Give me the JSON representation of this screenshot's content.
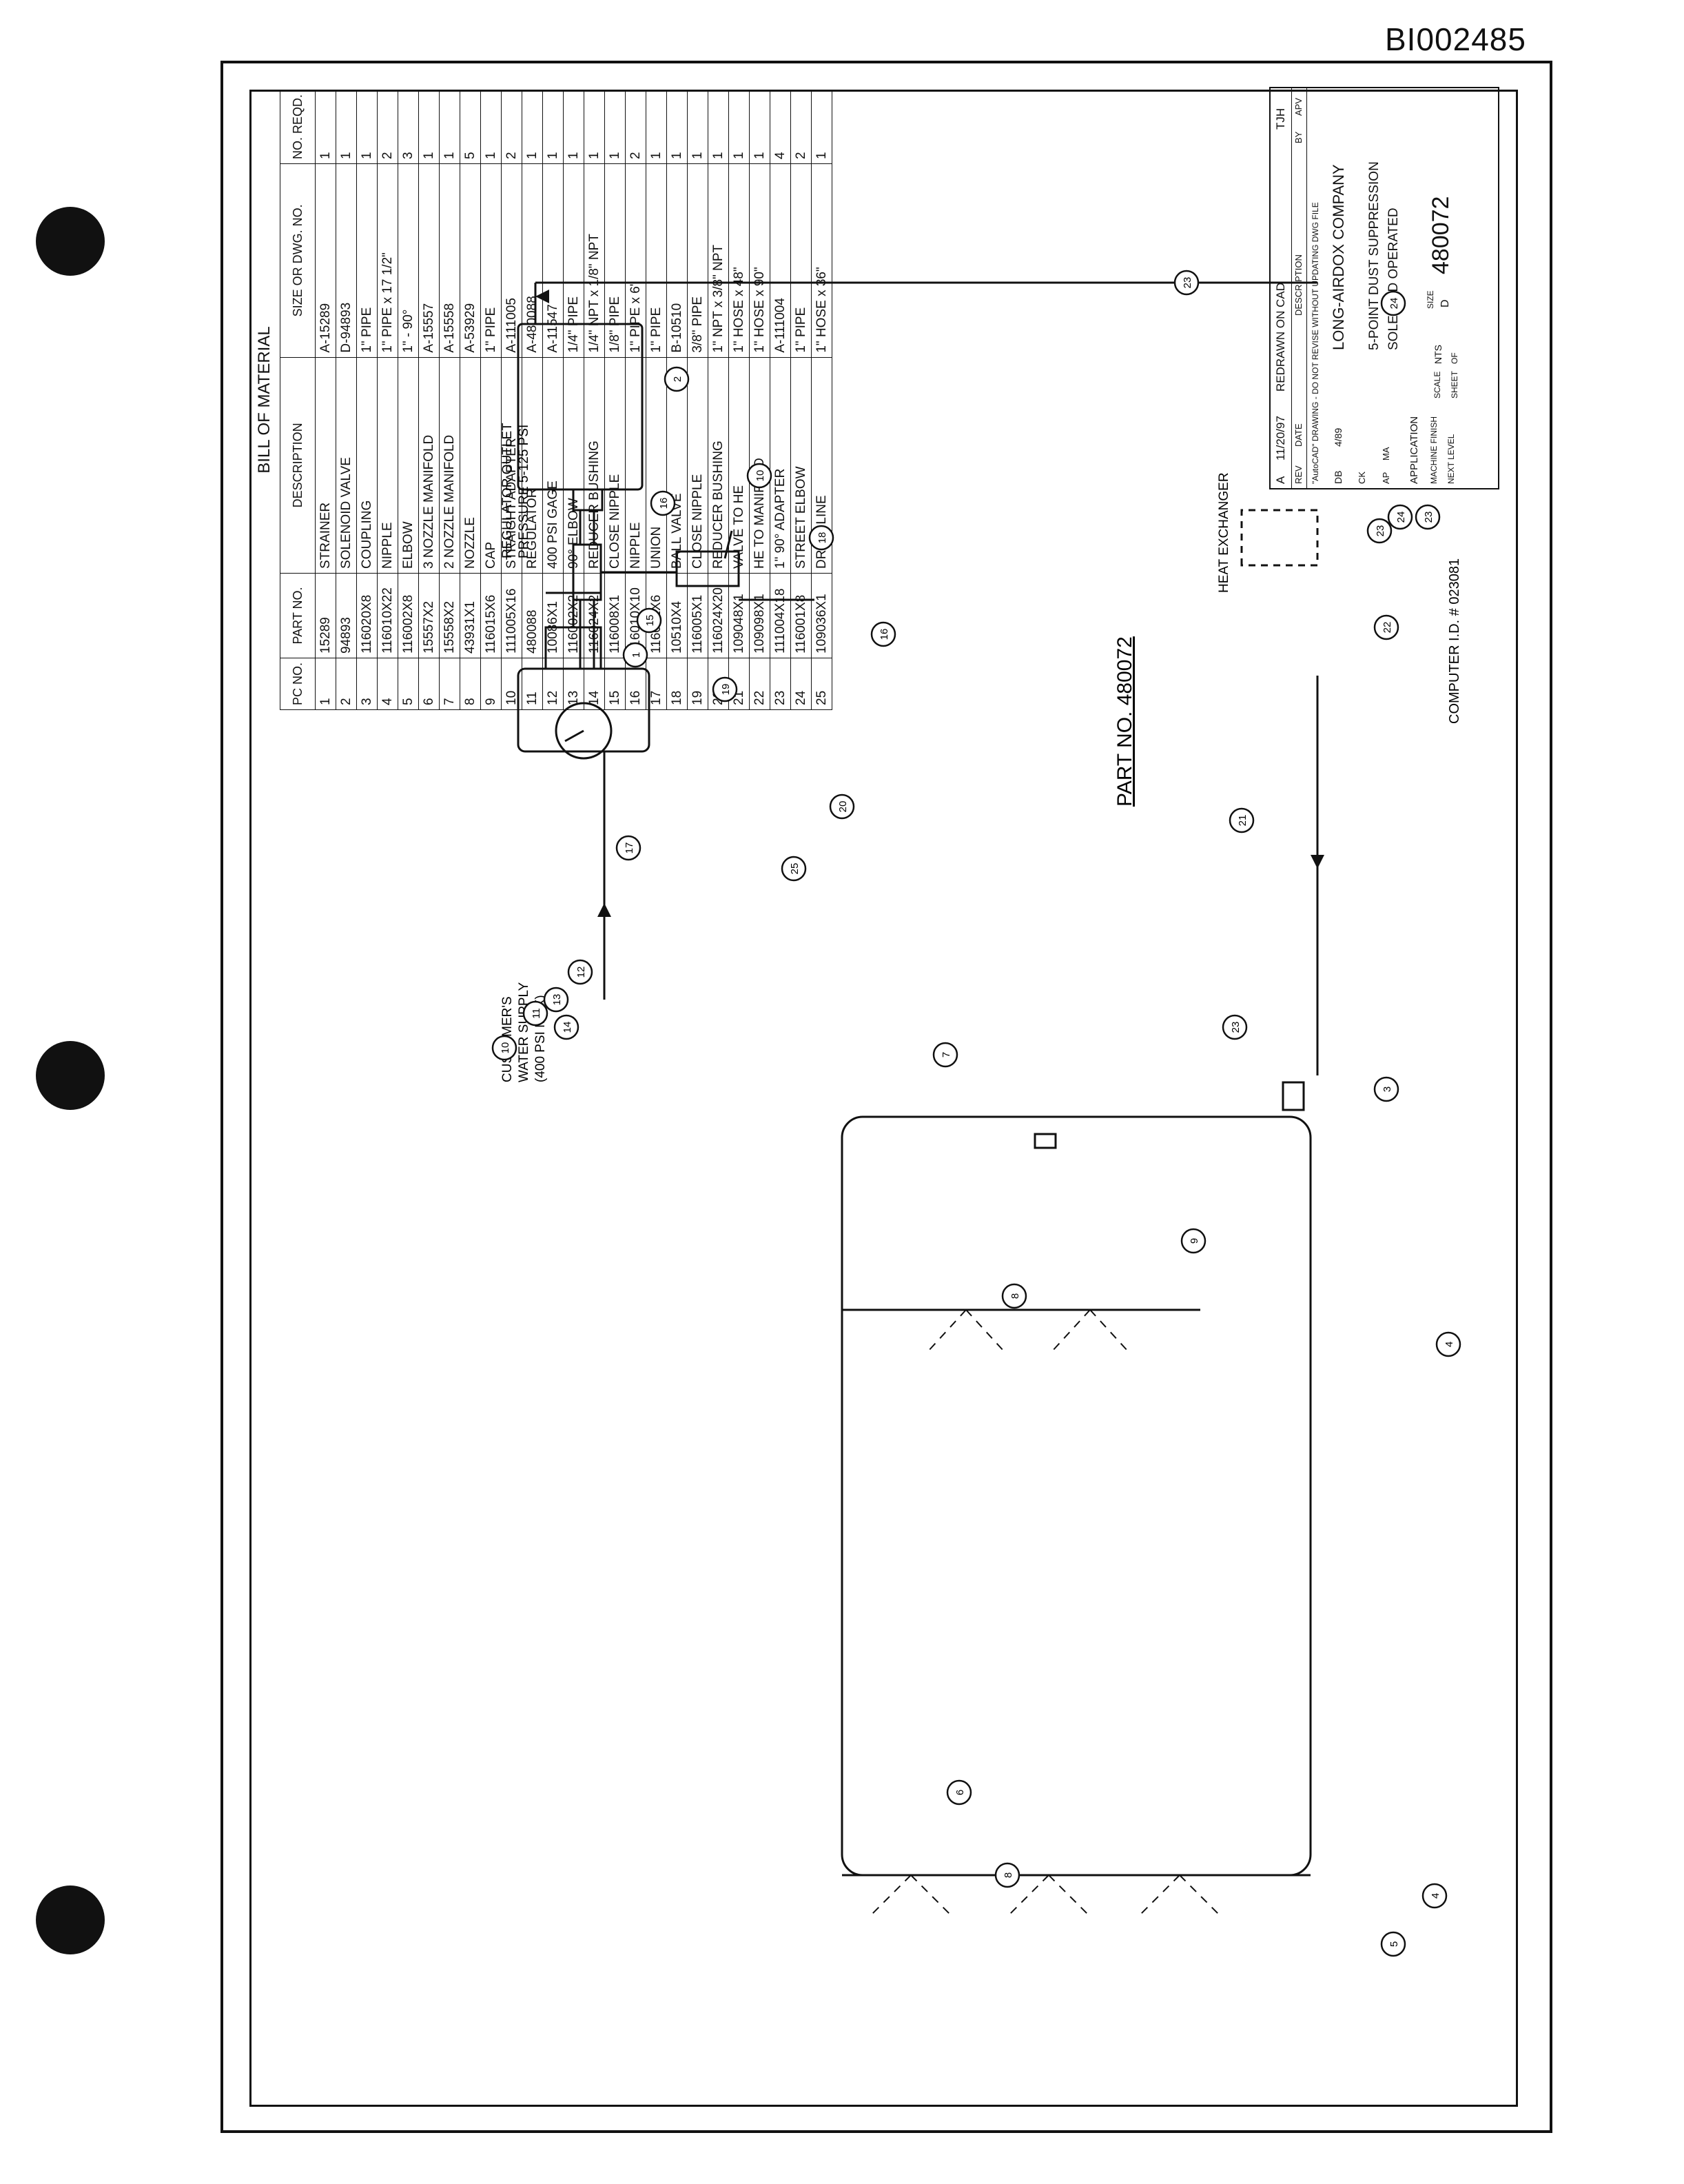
{
  "document_id": "BI002485",
  "bill_of_material": {
    "title": "BILL OF MATERIAL",
    "headers": [
      "PC NO.",
      "PART NO.",
      "DESCRIPTION",
      "SIZE OR DWG. NO.",
      "NO. REQD."
    ],
    "rows": [
      [
        "1",
        "15289",
        "STRAINER",
        "A-15289",
        "1"
      ],
      [
        "2",
        "94893",
        "SOLENOID VALVE",
        "D-94893",
        "1"
      ],
      [
        "3",
        "116020X8",
        "COUPLING",
        "1\" PIPE",
        "1"
      ],
      [
        "4",
        "116010X22",
        "NIPPLE",
        "1\" PIPE x 17 1/2\"",
        "2"
      ],
      [
        "5",
        "116002X8",
        "ELBOW",
        "1\" - 90°",
        "3"
      ],
      [
        "6",
        "15557X2",
        "3 NOZZLE MANIFOLD",
        "A-15557",
        "1"
      ],
      [
        "7",
        "15558X2",
        "2 NOZZLE MANIFOLD",
        "A-15558",
        "1"
      ],
      [
        "8",
        "43931X1",
        "NOZZLE",
        "A-53929",
        "5"
      ],
      [
        "9",
        "116015X6",
        "CAP",
        "1\" PIPE",
        "1"
      ],
      [
        "10",
        "111005X16",
        "STRAIGHT ADAPTER",
        "A-111005",
        "2"
      ],
      [
        "11",
        "480088",
        "REGULATOR",
        "A-480088",
        "1"
      ],
      [
        "12",
        "10086X1",
        "400 PSI GAGE",
        "A-11547",
        "1"
      ],
      [
        "13",
        "116002X2",
        "90° ELBOW",
        "1/4\" PIPE",
        "1"
      ],
      [
        "14",
        "116024X2",
        "REDUCER BUSHING",
        "1/4\" NPT x 1/8\" NPT",
        "1"
      ],
      [
        "15",
        "116008X1",
        "CLOSE NIPPLE",
        "1/8\" PIPE",
        "1"
      ],
      [
        "16",
        "116010X10",
        "NIPPLE",
        "1\" PIPE x 6\"",
        "2"
      ],
      [
        "17",
        "116031X6",
        "UNION",
        "1\" PIPE",
        "1"
      ],
      [
        "18",
        "10510X4",
        "BALL VALVE",
        "B-10510",
        "1"
      ],
      [
        "19",
        "116005X1",
        "CLOSE NIPPLE",
        "3/8\" PIPE",
        "1"
      ],
      [
        "20",
        "116024X20",
        "REDUCER BUSHING",
        "1\" NPT x 3/8\" NPT",
        "1"
      ],
      [
        "21",
        "109048X1",
        "VALVE TO HE",
        "1\" HOSE x 48\"",
        "1"
      ],
      [
        "22",
        "109098X1",
        "HE TO MANIFOLD",
        "1\" HOSE x 90\"",
        "1"
      ],
      [
        "23",
        "111004X18",
        "1\" 90° ADAPTER",
        "A-111004",
        "4"
      ],
      [
        "24",
        "116001X8",
        "STREET ELBOW",
        "1\" PIPE",
        "2"
      ],
      [
        "25",
        "109036X1",
        "DRAIN LINE",
        "1\" HOSE x 36\"",
        "1"
      ]
    ]
  },
  "title_block": {
    "rev": "A",
    "rev_date": "11/20/97",
    "rev_description": "REDRAWN ON CAD",
    "rev_by": "TJH",
    "rev_label": "REV",
    "date_label": "DATE",
    "description_label": "DESCRIPTION",
    "by_label": "BY",
    "apv_label": "APV",
    "autocad_note": "\"AutoCAD\" DRAWING - DO NOT REVISE WITHOUT UPDATING DWG FILE",
    "drawn_by": "DB",
    "drawn_date": "4/89",
    "ck_label": "CK",
    "ap_label": "AP",
    "ap_value": "MA",
    "company": "LONG-AIRDOX COMPANY",
    "title_line1": "5-POINT DUST SUPPRESSION",
    "title_line2": "SOLENOID OPERATED",
    "application_label": "APPLICATION",
    "scale_label": "SCALE",
    "scale_value": "NTS",
    "sheet_label": "SHEET",
    "of_label": "OF",
    "size_label": "SIZE",
    "size_value": "D",
    "drawing_number": "480072",
    "machine_finish_label": "MACHINE FINISH",
    "next_level_label": "NEXT LEVEL"
  },
  "drawing": {
    "part_no_label": "PART NO. 480072",
    "computer_id": "COMPUTER I.D. # 023081",
    "regulator_label_line1": "REGULATOR OUTLET",
    "regulator_label_line2": "PRESSURE 5-125 PSI",
    "supply_label_line1": "CUSTOMER'S",
    "supply_label_line2": "WATER SUPPLY",
    "supply_label_line3": "(400 PSI MAX)",
    "heat_exchanger_label": "HEAT EXCHANGER",
    "callouts": [
      "1",
      "2",
      "3",
      "4",
      "4",
      "5",
      "6",
      "7",
      "8",
      "8",
      "9",
      "10",
      "10",
      "11",
      "12",
      "13",
      "14",
      "15",
      "16",
      "16",
      "17",
      "18",
      "19",
      "20",
      "21",
      "22",
      "23",
      "23",
      "23",
      "23",
      "24",
      "24",
      "25"
    ]
  }
}
